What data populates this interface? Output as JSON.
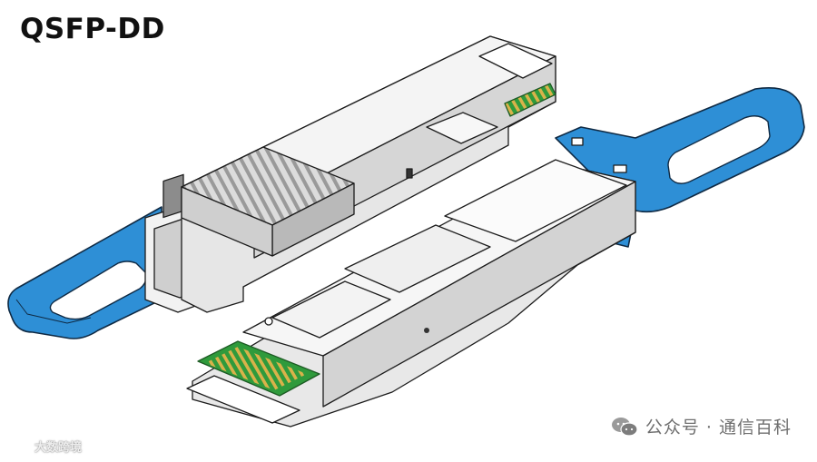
{
  "title": "QSFP-DD",
  "watermark": {
    "text": "公众号 · 通信百科",
    "icon": "wechat-icon"
  },
  "corner_mark": {
    "text": "大数跨境",
    "icon": "brand-logo-icon"
  },
  "colors": {
    "pull_tab_blue": "#2e8fd6",
    "pull_tab_outline": "#0f2a44",
    "housing_gray": "#e4e4e4",
    "housing_shadow": "#bdbdbd",
    "pcb_green": "#2f9a3c",
    "gold_contacts": "#d9b24a"
  }
}
